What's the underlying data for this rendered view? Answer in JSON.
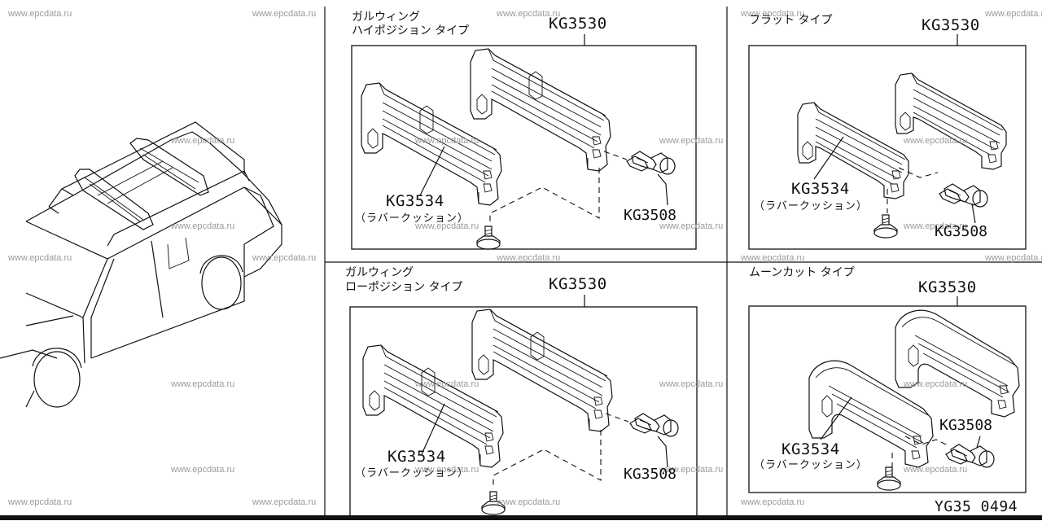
{
  "watermark": "www.epcdata.ru",
  "diagram_code": "YG35 0494",
  "panels": {
    "gull_high": {
      "title_line1": "ガルウィング",
      "title_line2": "ハイポジション タイプ",
      "top_part": "KG3530",
      "main_part": "KG3534",
      "main_sub": "（ラバークッション）",
      "key_part": "KG3508"
    },
    "flat": {
      "title_line1": "フラット タイプ",
      "top_part": "KG3530",
      "main_part": "KG3534",
      "main_sub": "（ラバークッション）",
      "key_part": "KG3508"
    },
    "gull_low": {
      "title_line1": "ガルウィング",
      "title_line2": "ローポジション タイプ",
      "top_part": "KG3530",
      "main_part": "KG3534",
      "main_sub": "（ラバークッション）",
      "key_part": "KG3508"
    },
    "moon": {
      "title_line1": "ムーンカット タイプ",
      "top_part": "KG3530",
      "main_part": "KG3534",
      "main_sub": "（ラバークッション）",
      "key_part": "KG3508"
    }
  }
}
